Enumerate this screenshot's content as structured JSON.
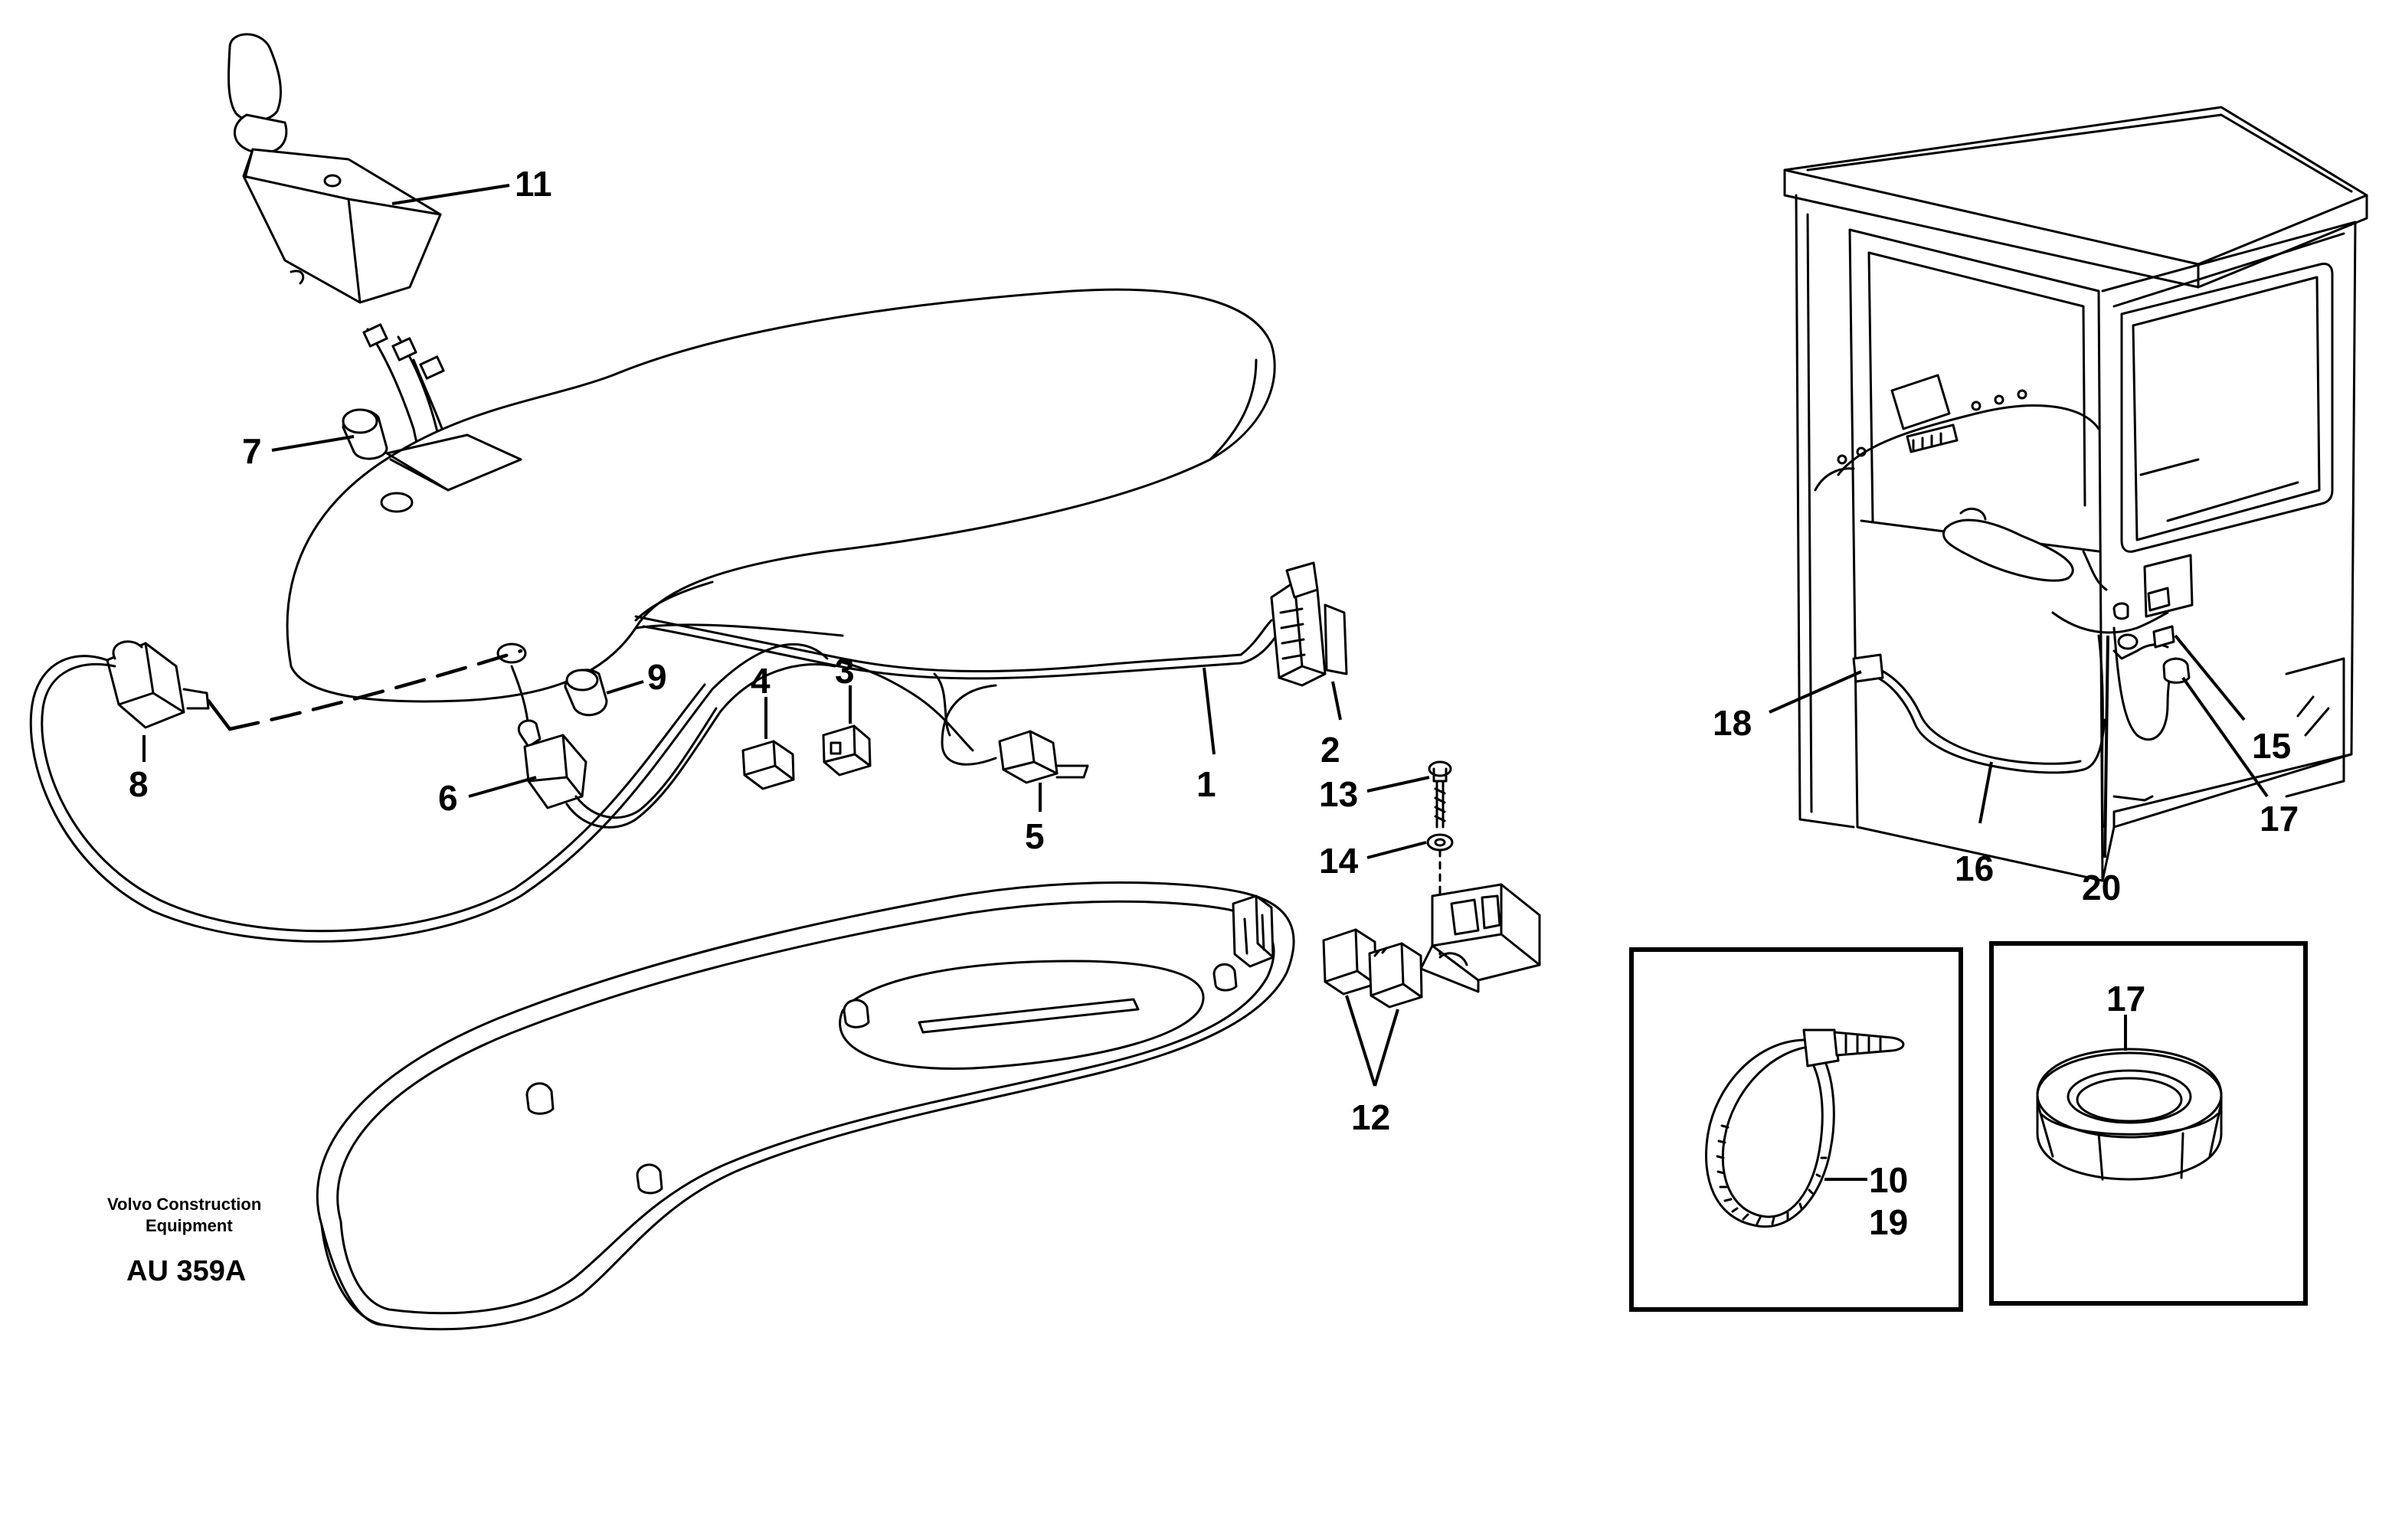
{
  "labels": {
    "p1": "1",
    "p2": "2",
    "p3": "3",
    "p4": "4",
    "p5": "5",
    "p6": "6",
    "p7": "7",
    "p8": "8",
    "p9": "9",
    "p10": "10",
    "p11": "11",
    "p12": "12",
    "p13": "13",
    "p14": "14",
    "p15": "15",
    "p16": "16",
    "p17": "17",
    "p17b": "17",
    "p18": "18",
    "p19": "19",
    "p20": "20"
  },
  "brand": {
    "line1": "Volvo Construction",
    "line2": "Equipment",
    "code": "AU 359A"
  }
}
